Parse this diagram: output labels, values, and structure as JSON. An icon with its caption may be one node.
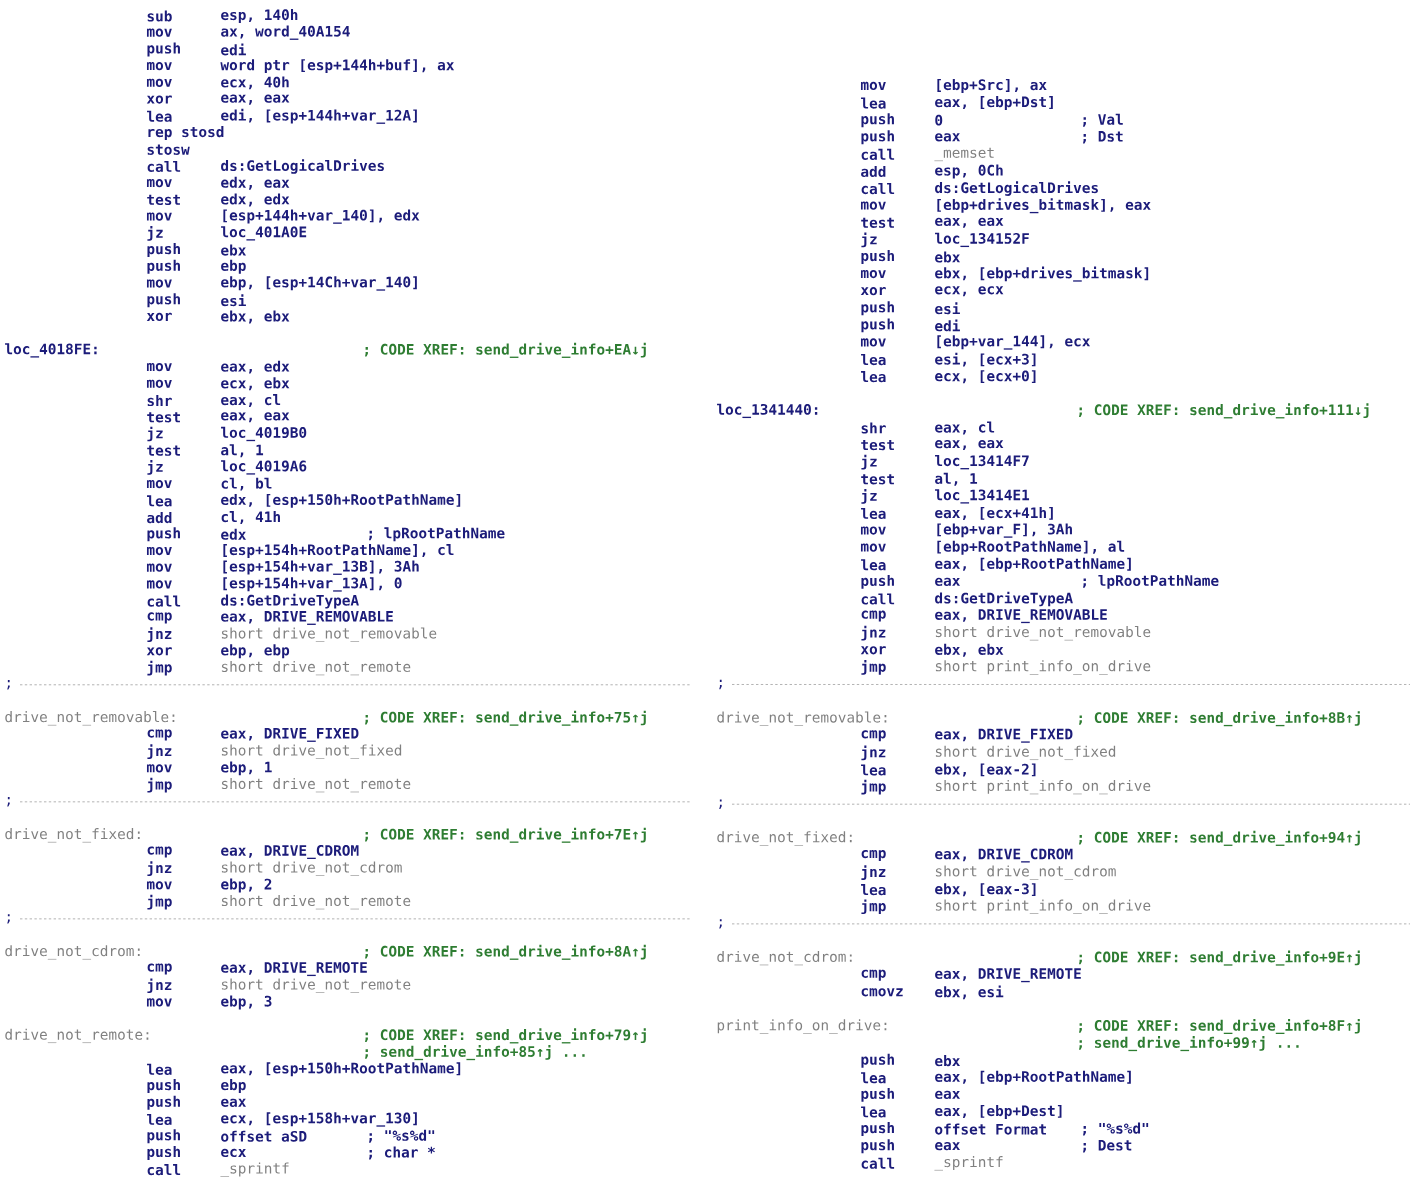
{
  "diagram": {
    "labels": [
      "sub",
      "esp, 140h",
      "mov",
      "ax, word_40A154",
      "push",
      "edi",
      "mov",
      "word ptr [esp+144h+buf], ax",
      "mov",
      "ecx, 40h",
      "xor",
      "eax, eax",
      "lea",
      "edi, [esp+144h+var_12A]",
      "rep stosd",
      "stosw",
      "call",
      "ds:GetLogicalDrives",
      "mov",
      "edx, eax",
      "test",
      "edx, edx",
      "mov",
      "[esp+144h+var_140], edx",
      "jz",
      "loc_401A0E",
      "push",
      "ebx",
      "push",
      "ebp",
      "mov",
      "ebp, [esp+14Ch+var_140]",
      "push",
      "esi",
      "xor",
      "ebx, ebx",
      "loc_4018FE:",
      "; CODE XREF: send_drive_info+EA↓j",
      "mov",
      "eax, edx",
      "mov",
      "ecx, ebx",
      "shr",
      "eax, cl",
      "test",
      "eax, eax",
      "jz",
      "loc_4019B0",
      "test",
      "al, 1",
      "jz",
      "loc_4019A6",
      "mov",
      "cl, bl",
      "lea",
      "edx, [esp+150h+RootPathName]",
      "add",
      "cl, 41h",
      "push",
      "edx",
      "; lpRootPathName",
      "mov",
      "[esp+154h+RootPathName], cl",
      "mov",
      "[esp+154h+var_13B], 3Ah",
      "mov",
      "[esp+154h+var_13A], 0",
      "call",
      "ds:GetDriveTypeA",
      "cmp",
      "eax, DRIVE_REMOVABLE",
      "jnz",
      "short drive_not_removable",
      "xor",
      "ebp, ebp",
      "jmp",
      "short drive_not_remote",
      ";",
      "drive_not_removable:",
      "; CODE XREF: send_drive_info+75↑j",
      "cmp",
      "eax, DRIVE_FIXED",
      "jnz",
      "short drive_not_fixed",
      "mov",
      "ebp, 1",
      "jmp",
      "short drive_not_remote",
      ";",
      "drive_not_fixed:",
      "; CODE XREF: send_drive_info+7E↑j",
      "cmp",
      "eax, DRIVE_CDROM",
      "jnz",
      "short drive_not_cdrom",
      "mov",
      "ebp, 2",
      "jmp",
      "short drive_not_remote",
      ";",
      "drive_not_cdrom:",
      "; CODE XREF: send_drive_info+8A↑j",
      "cmp",
      "eax, DRIVE_REMOTE",
      "jnz",
      "short drive_not_remote",
      "mov",
      "ebp, 3",
      "drive_not_remote:",
      "; CODE XREF: send_drive_info+79↑j",
      "; send_drive_info+85↑j ...",
      "lea",
      "eax, [esp+150h+RootPathName]",
      "push",
      "ebp",
      "push",
      "eax",
      "lea",
      "ecx, [esp+158h+var_130]",
      "push",
      "offset aSD",
      "; \"%s%d\"",
      "push",
      "ecx",
      "; char *",
      "call",
      "_sprintf",
      "mov",
      "[ebp+Src], ax",
      "lea",
      "eax, [ebp+Dst]",
      "push",
      "0",
      "; Val",
      "push",
      "eax",
      "; Dst",
      "call",
      "_memset",
      "add",
      "esp, 0Ch",
      "call",
      "ds:GetLogicalDrives",
      "mov",
      "[ebp+drives_bitmask], eax",
      "test",
      "eax, eax",
      "jz",
      "loc_134152F",
      "push",
      "ebx",
      "mov",
      "ebx, [ebp+drives_bitmask]",
      "xor",
      "ecx, ecx",
      "push",
      "esi",
      "push",
      "edi",
      "mov",
      "[ebp+var_144], ecx",
      "lea",
      "esi, [ecx+3]",
      "lea",
      "ecx, [ecx+0]",
      "loc_1341440:",
      "; CODE XREF: send_drive_info+111↓j",
      "shr",
      "eax, cl",
      "test",
      "eax, eax",
      "jz",
      "loc_13414F7",
      "test",
      "al, 1",
      "jz",
      "loc_13414E1",
      "lea",
      "eax, [ecx+41h]",
      "mov",
      "[ebp+var_F], 3Ah",
      "mov",
      "[ebp+RootPathName], al",
      "lea",
      "eax, [ebp+RootPathName]",
      "push",
      "eax",
      "; lpRootPathName",
      "call",
      "ds:GetDriveTypeA",
      "cmp",
      "eax, DRIVE_REMOVABLE",
      "jnz",
      "short drive_not_removable",
      "xor",
      "ebx, ebx",
      "jmp",
      "short print_info_on_drive",
      ";",
      "drive_not_removable:",
      "; CODE XREF: send_drive_info+8B↑j",
      "cmp",
      "eax, DRIVE_FIXED",
      "jnz",
      "short drive_not_fixed",
      "lea",
      "ebx, [eax-2]",
      "jmp",
      "short print_info_on_drive",
      ";",
      "drive_not_fixed:",
      "; CODE XREF: send_drive_info+94↑j",
      "cmp",
      "eax, DRIVE_CDROM",
      "jnz",
      "short drive_not_cdrom",
      "lea",
      "ebx, [eax-3]",
      "jmp",
      "short print_info_on_drive",
      ";",
      "drive_not_cdrom:",
      "; CODE XREF: send_drive_info+9E↑j",
      "cmp",
      "eax, DRIVE_REMOTE",
      "cmovz",
      "ebx, esi",
      "print_info_on_drive:",
      "; CODE XREF: send_drive_info+8F↑j",
      "; send_drive_info+99↑j ...",
      "push",
      "ebx",
      "lea",
      "eax, [ebp+RootPathName]",
      "push",
      "eax",
      "lea",
      "eax, [ebp+Dest]",
      "push",
      "offset Format",
      "; \"%s%d\"",
      "push",
      "eax",
      "; Dest",
      "call",
      "_sprintf"
    ]
  }
}
